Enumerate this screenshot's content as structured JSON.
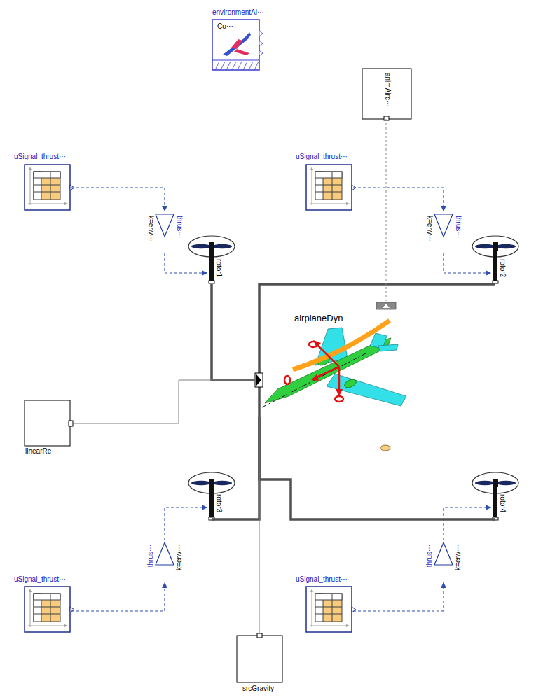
{
  "diagram": {
    "nodes": [
      {
        "text": [
          "environmentAi···",
          "Co···"
        ]
      },
      {
        "text": [
          "animAirc···"
        ]
      },
      {
        "text": [
          "uSignal_thrust···"
        ]
      },
      {
        "text": [
          "uSignal_thrust···"
        ]
      },
      {
        "text": [
          "k=env···",
          "thrus···"
        ]
      },
      {
        "text": [
          "k=env···",
          "thrus···"
        ]
      },
      {
        "text": [
          "rotor1"
        ]
      },
      {
        "text": [
          "rotor2"
        ]
      },
      {
        "text": [
          "airplaneDyn"
        ]
      },
      {
        "text": [
          "linearRe···"
        ]
      },
      {
        "text": [
          "rotor3"
        ]
      },
      {
        "text": [
          "rotor4"
        ]
      },
      {
        "text": [
          "thrus···",
          "k=env···"
        ]
      },
      {
        "text": [
          "thrus···",
          "k=env···"
        ]
      },
      {
        "text": [
          "uSignal_thrust···"
        ]
      },
      {
        "text": [
          "uSignal_thrust···"
        ]
      },
      {
        "text": [
          "srcGravity"
        ]
      }
    ],
    "edges": [
      {
        "from": 2,
        "to": 4,
        "arrow": "to"
      },
      {
        "from": 4,
        "to": 6,
        "arrow": "to"
      },
      {
        "from": 3,
        "to": 5,
        "arrow": "to"
      },
      {
        "from": 5,
        "to": 7,
        "arrow": "to"
      },
      {
        "from": 6,
        "to": 8,
        "arrow": "none"
      },
      {
        "from": 7,
        "to": 8,
        "arrow": "none"
      },
      {
        "from": 1,
        "to": 8,
        "arrow": "none"
      },
      {
        "from": 9,
        "to": 8,
        "arrow": "none"
      },
      {
        "from": 10,
        "to": 8,
        "arrow": "none"
      },
      {
        "from": 11,
        "to": 8,
        "arrow": "none"
      },
      {
        "from": 14,
        "to": 12,
        "arrow": "to"
      },
      {
        "from": 12,
        "to": 10,
        "arrow": "to"
      },
      {
        "from": 15,
        "to": 13,
        "arrow": "to"
      },
      {
        "from": 13,
        "to": 11,
        "arrow": "to"
      },
      {
        "from": 16,
        "to": 8,
        "arrow": "none"
      }
    ]
  }
}
